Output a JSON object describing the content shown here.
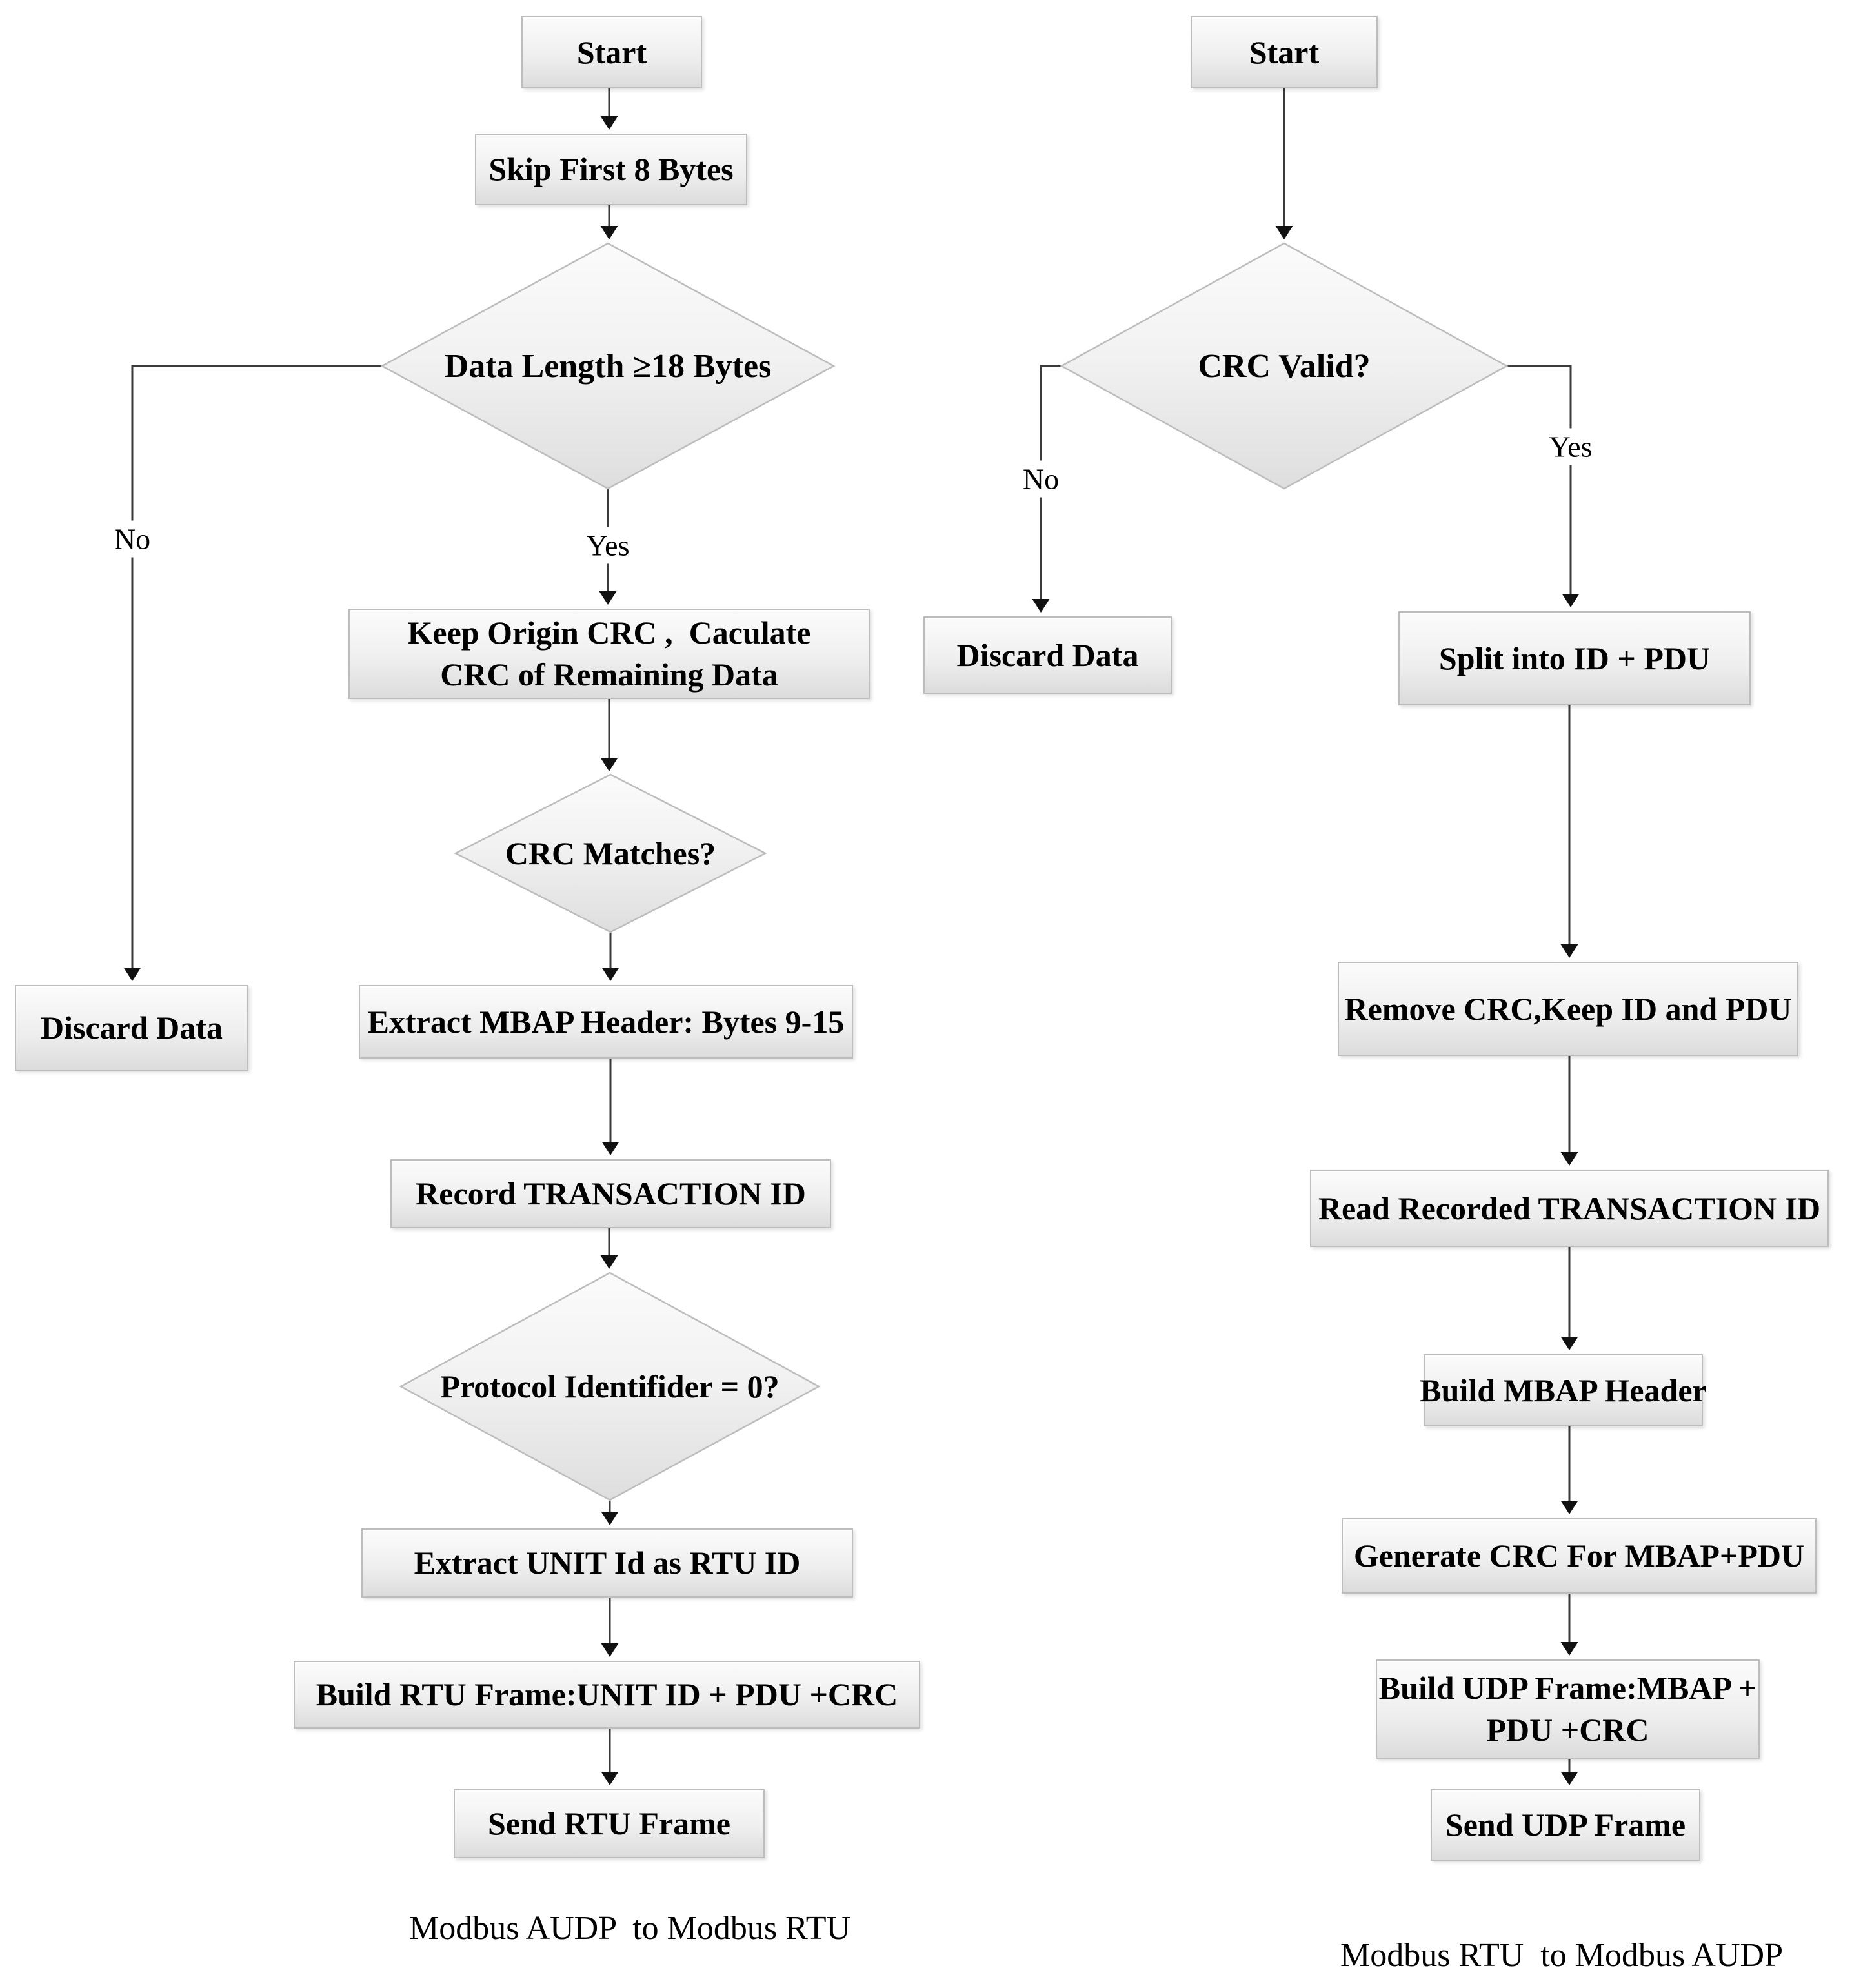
{
  "diagram": {
    "left": {
      "caption": "Modbus AUDP  to Modbus RTU",
      "nodes": {
        "start": "Start",
        "skip_bytes": "Skip First 8 Bytes",
        "length_check": "Data Length ≥18 Bytes",
        "keep_crc_line1": "Keep Origin CRC ,  Caculate",
        "keep_crc_line2": "CRC of Remaining Data",
        "crc_matches": "CRC Matches?",
        "extract_mbap": "Extract MBAP Header: Bytes 9-15",
        "record_tid": "Record TRANSACTION ID",
        "protocol_check": "Protocol Identifider = 0?",
        "extract_unit": "Extract UNIT Id as RTU ID",
        "build_rtu": "Build RTU Frame:UNIT ID + PDU +CRC",
        "send_rtu": "Send RTU Frame",
        "discard": "Discard Data"
      },
      "edge_labels": {
        "no": "No",
        "yes": "Yes"
      }
    },
    "right": {
      "caption": "Modbus RTU  to Modbus AUDP",
      "nodes": {
        "start": "Start",
        "crc_valid": "CRC Valid?",
        "discard": "Discard Data",
        "split": "Split into ID + PDU",
        "remove_crc": "Remove CRC,Keep ID and PDU",
        "read_tid": "Read Recorded TRANSACTION ID",
        "build_mbap": "Build MBAP Header",
        "generate_crc": "Generate CRC For MBAP+PDU",
        "build_udp_line1": "Build UDP Frame:MBAP +",
        "build_udp_line2": "PDU +CRC",
        "send_udp": "Send UDP Frame"
      },
      "edge_labels": {
        "no": "No",
        "yes": "Yes"
      }
    },
    "colors": {
      "background": "#ffffff",
      "shape_fill_top": "#fbfbfb",
      "shape_fill_bottom": "#dcdcdc",
      "shape_border": "#bdbdbd",
      "connector": "#3a3a3a",
      "arrowhead": "#111111",
      "text": "#000000"
    }
  }
}
